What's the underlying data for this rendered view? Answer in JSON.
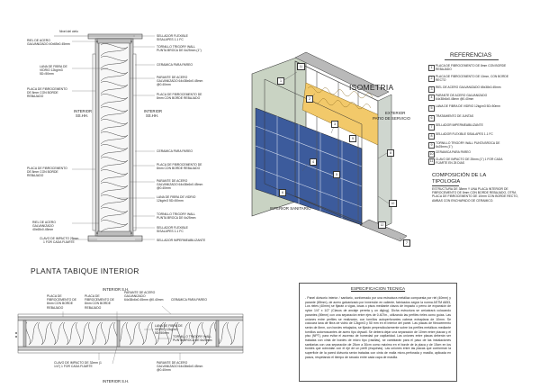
{
  "section_view": {
    "top_label": "Nivel del cielo",
    "left_labels": [
      "RIEL DE ACERO GALVANIZADO 40x65x0.45mm",
      "LANA DE FIBRA DE VIDRIO 12kg/m3 5D=50mm",
      "PLACA DE FIBROCEMENTO DE 8mm CON BORDE REBAJADO",
      "INTERIOR",
      "SS.HH.",
      "PLACA DE FIBROCEMENTO DE 8mm CON BORDE REBAJADO",
      "RIEL DE ACERO GALVANIZADO 40x65x0.45mm",
      "CLAVO DE IMPACTO 25mm",
      "1 FOR CADA FIJARTE"
    ],
    "right_labels": [
      "SELLADOR FLEXIBLE",
      "SISALAPES 1.1 FC",
      "TORNILLO TRIGORY WALL PUNTA BROCA DE 6x25mm (1\")",
      "CERAMICA PARA PAREO",
      "PARANTE DE ACERO GALVANIZADO 64x38x6x0.45mm @0.40mm",
      "PLACA DE FIBROCEMENTO DE 8mm CON BORDE REBAJADO",
      "INTERIOR",
      "SS.HH.",
      "CERAMICA PARA PAREO",
      "PLACA DE FIBROCEMENTO DE 8mm CON BORDE REBAJADO",
      "PARANTE DE ACERO GALVANIZADO 64x38x6x0.45mm @0.40mm",
      "LANA DE FIBRA DE VIDRIO 12kg/m3 5D=50mm",
      "TORNILLO TRIGORY WALL PUNTA BROCA DE 6x25mm",
      "SELLADOR FLEXIBLE",
      "SISALAPES 1.1 FC",
      "SELLADOR IMPERMEABILIZANTE"
    ]
  },
  "plan_view": {
    "title": "PLANTA  TABIQUE  INTERIOR",
    "top_room": "INTERIOR S.H.",
    "bottom_room": "INTERIOR S.H.",
    "labels": [
      "PLACA DE FIBROCEMENTO DE 8mm CON BORDE REBAJADO",
      "PLACA DE FIBROCEMENTO DE 8mm CON BORDE REBAJADO",
      "PARANTE DE ACERO GALVANIZADO 64x38x6x0.45mm @0.40mm",
      "CERAMICA PARA PAREO",
      "LANA DE FIBRA DE VIDRIO 12kg/m3 5D=50mm",
      "TORNILLO TRIGORY WALL PUNTA BROCA DE 6x25mm",
      "CLAVO DE IMPACTO DE 32mm (1 1/4\") 1 FOR CADA FIJARTE",
      "PARANTE DE ACERO GALVANIZADO 64x38x6x0.45mm @0.40mm"
    ]
  },
  "isometric": {
    "title": "ISOMETRIA",
    "exterior_label_1": "EXTERIOR",
    "exterior_label_2": "PATIO DE SERVICIO",
    "interior_label": "INTERIOR SANITARIO",
    "markers": [
      "1",
      "2",
      "3",
      "4",
      "5",
      "6",
      "7",
      "8",
      "9",
      "10",
      "11",
      "12"
    ]
  },
  "references": {
    "title": "REFERENCIAS",
    "items": [
      {
        "n": "1",
        "text": "PLACA DE FIBROCEMENTO DE 8mm CON BORDE REBAJADO"
      },
      {
        "n": "2",
        "text": "PLACA DE FIBROCEMENTO DE 10mm, CON BORDE RECTO"
      },
      {
        "n": "3",
        "text": "RIEL DE ACERO GALVANIZADO 65x38x0.45mm"
      },
      {
        "n": "4",
        "text": "PARANTE DE ACERO GALVANIZADO 64x38x6x0.45mm @0.40mm"
      },
      {
        "n": "5",
        "text": "LANA DE FIBRA DE VIDRIO 12kg/m3 5D=50mm"
      },
      {
        "n": "6",
        "text": "TRATAMIENTO DE JUNTAS"
      },
      {
        "n": "7",
        "text": "SELLADOR IMPERMEABILIZANTE"
      },
      {
        "n": "8",
        "text": "SELLADOR FLEXIBLE SISALAPES 1.1 FC"
      },
      {
        "n": "9",
        "text": "TORNILLO TRIGORY WALL PUNTA BROCA DE 6x25mm (1\")"
      },
      {
        "n": "10",
        "text": "CERAMICA PARA PAREO"
      },
      {
        "n": "11",
        "text": "CLAVO DE IMPACTO DE 25mm (1\") 1 FOR CADA FIJARTE EN 25 DIAS"
      }
    ]
  },
  "composition": {
    "title_1": "COMPOSICIÓN  DE  LA",
    "title_2": "TIPOLOGIA",
    "text": "ESTRUCTURA DE 38mm Y UNA PLACA INTERIOR DE FIBROCEMENTO DE 8mm CON BORDE REBAJADO, OTRA PLACA DE FIBROCEMENTO DE 10mm CON BORDE RECTO, AMBAS CON ENCHAPADO DE CERAMICO."
  },
  "specification": {
    "title": "ESPECIFICACION TECNICA",
    "text": "- Panel divisorio interior / sanitario, conformado por una estructura metálica compuesta por riel (40mm) y parante (89mm), de acero galvanizado por inmersión en caliente, fabricados según la norma ASTM A653, Los rieles (40mm) se fijarán a vigas, losas o pisos mediante clavos de impacto o perno de expansión de nylon 1/4\" x 1/2\" (Clavos de anclaje perreta y un diglog). Dicha estructura se arriostrará colocando parantes (89mm) con una separación entre ejes de 0.407m., utilizando las perfiles rieles como guías. Las uniones entre perfiles se realizarán, con tornillos autoperforantes cabeza extraplana de 10mm. Se colocará lana de fibra de vidrio de 12kg/m3 y 50 mm en el interior del panel. Las placas de fibrocemento serán de 8mm, con bordes rebajados, se fijarán perpendicularmente sobre los perfiles metálicos mediante tornillos autorroscantes de acero tipo drywall. Se deberá dejar una separación de 10mm entre placas y el piso (NPT), para evitar el ascenso de humedad por capilaridad. Las uniones entre placas deberán ser tratadas con cinta de bordes de micro tipo (rasillas), se cambiarán para el paso de las instalaciones sanitarias con una separación de 25cm a 30cm como máximo en el borde de la placa y de 15cm en los bordes que coincidan con el eje de un perfil (esquinas). Las uniones entre las placas que conforman la superficie de la pared divisoria serán tratadas con cinta de malla micro-perforada y masilla, aplicada en pasos, respetando el tiempo de secado entre cada capa de masilla."
  }
}
